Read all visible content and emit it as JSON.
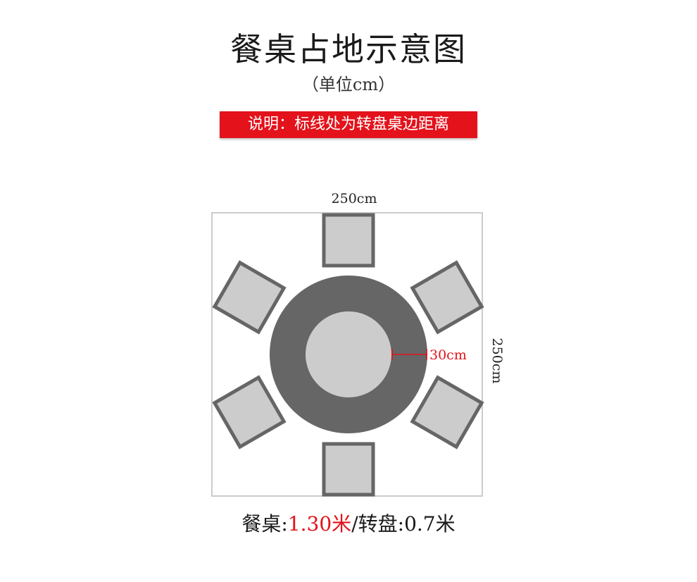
{
  "header": {
    "title": "餐桌占地示意图",
    "unit": "（单位cm）",
    "note": "说明：标线处为转盘桌边距离"
  },
  "diagram": {
    "width_label": "250cm",
    "height_label": "250cm",
    "marker_label": "30cm",
    "colors": {
      "frame": "#cccccc",
      "table": "#666666",
      "turntable": "#cccccc",
      "chair_fill": "#cccccc",
      "chair_border": "#666666",
      "marker": "#e3121b"
    }
  },
  "caption": {
    "table_label": "餐桌:",
    "table_value": "1.30米",
    "separator": "/",
    "turntable_label": "转盘:",
    "turntable_value": "0.7米"
  }
}
